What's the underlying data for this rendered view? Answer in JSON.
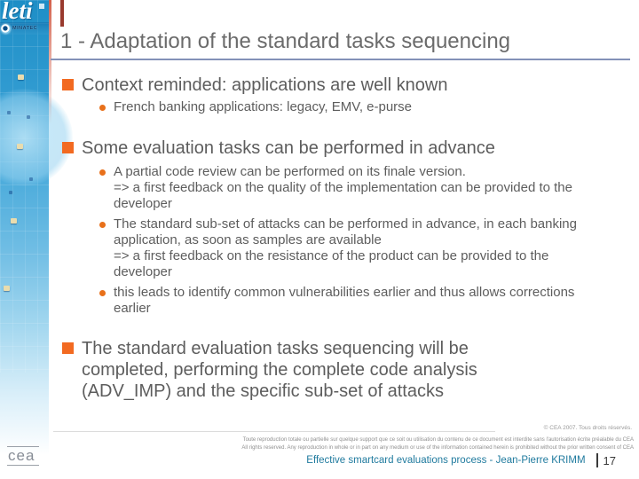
{
  "sidebar": {
    "logo_text": "leti",
    "sub_logo_text": "MINATEC"
  },
  "header": {
    "title": "1 - Adaptation of the standard tasks sequencing"
  },
  "content": {
    "sections": [
      {
        "heading": "Context reminded: applications are well known",
        "bullets": [
          "French banking applications: legacy, EMV, e-purse"
        ]
      },
      {
        "heading": "Some evaluation tasks can be performed in advance",
        "bullets": [
          "A partial code review can be performed on its finale version.\n=> a first feedback on the quality of the implementation can be provided to the developer",
          "The standard sub-set of attacks can be performed in advance, in each banking application, as soon as samples are available\n=> a first feedback on the resistance of the product can be provided to the developer",
          "this leads to identify common vulnerabilities earlier and thus allows corrections earlier"
        ]
      },
      {
        "heading": "The standard evaluation tasks sequencing will be completed, performing the complete code analysis (ADV_IMP) and the specific sub-set of attacks",
        "bullets": []
      }
    ]
  },
  "footer": {
    "copyright": "© CEA 2007. Tous droits réservés.",
    "legal_fr": "Toute reproduction totale ou partielle sur quelque support que ce soit ou utilisation du contenu de ce document est interdite sans l'autorisation écrite préalable du CEA",
    "legal_en": "All rights reserved. Any reproduction in whole or in part on any medium or use of the information contained herein is prohibited without the prior written consent of CEA",
    "presentation_title": "Effective smartcard evaluations process - Jean-Pierre KRIMM",
    "page_number": "17",
    "cea_logo_text": "cea"
  },
  "colors": {
    "accent_orange": "#F26A21",
    "title_gray": "#6B6B6B",
    "body_gray": "#5D5D5D",
    "footer_blue": "#1F7A9E",
    "rule_blue": "#8391B8",
    "sidebar_blue": "#1D8EC6"
  }
}
